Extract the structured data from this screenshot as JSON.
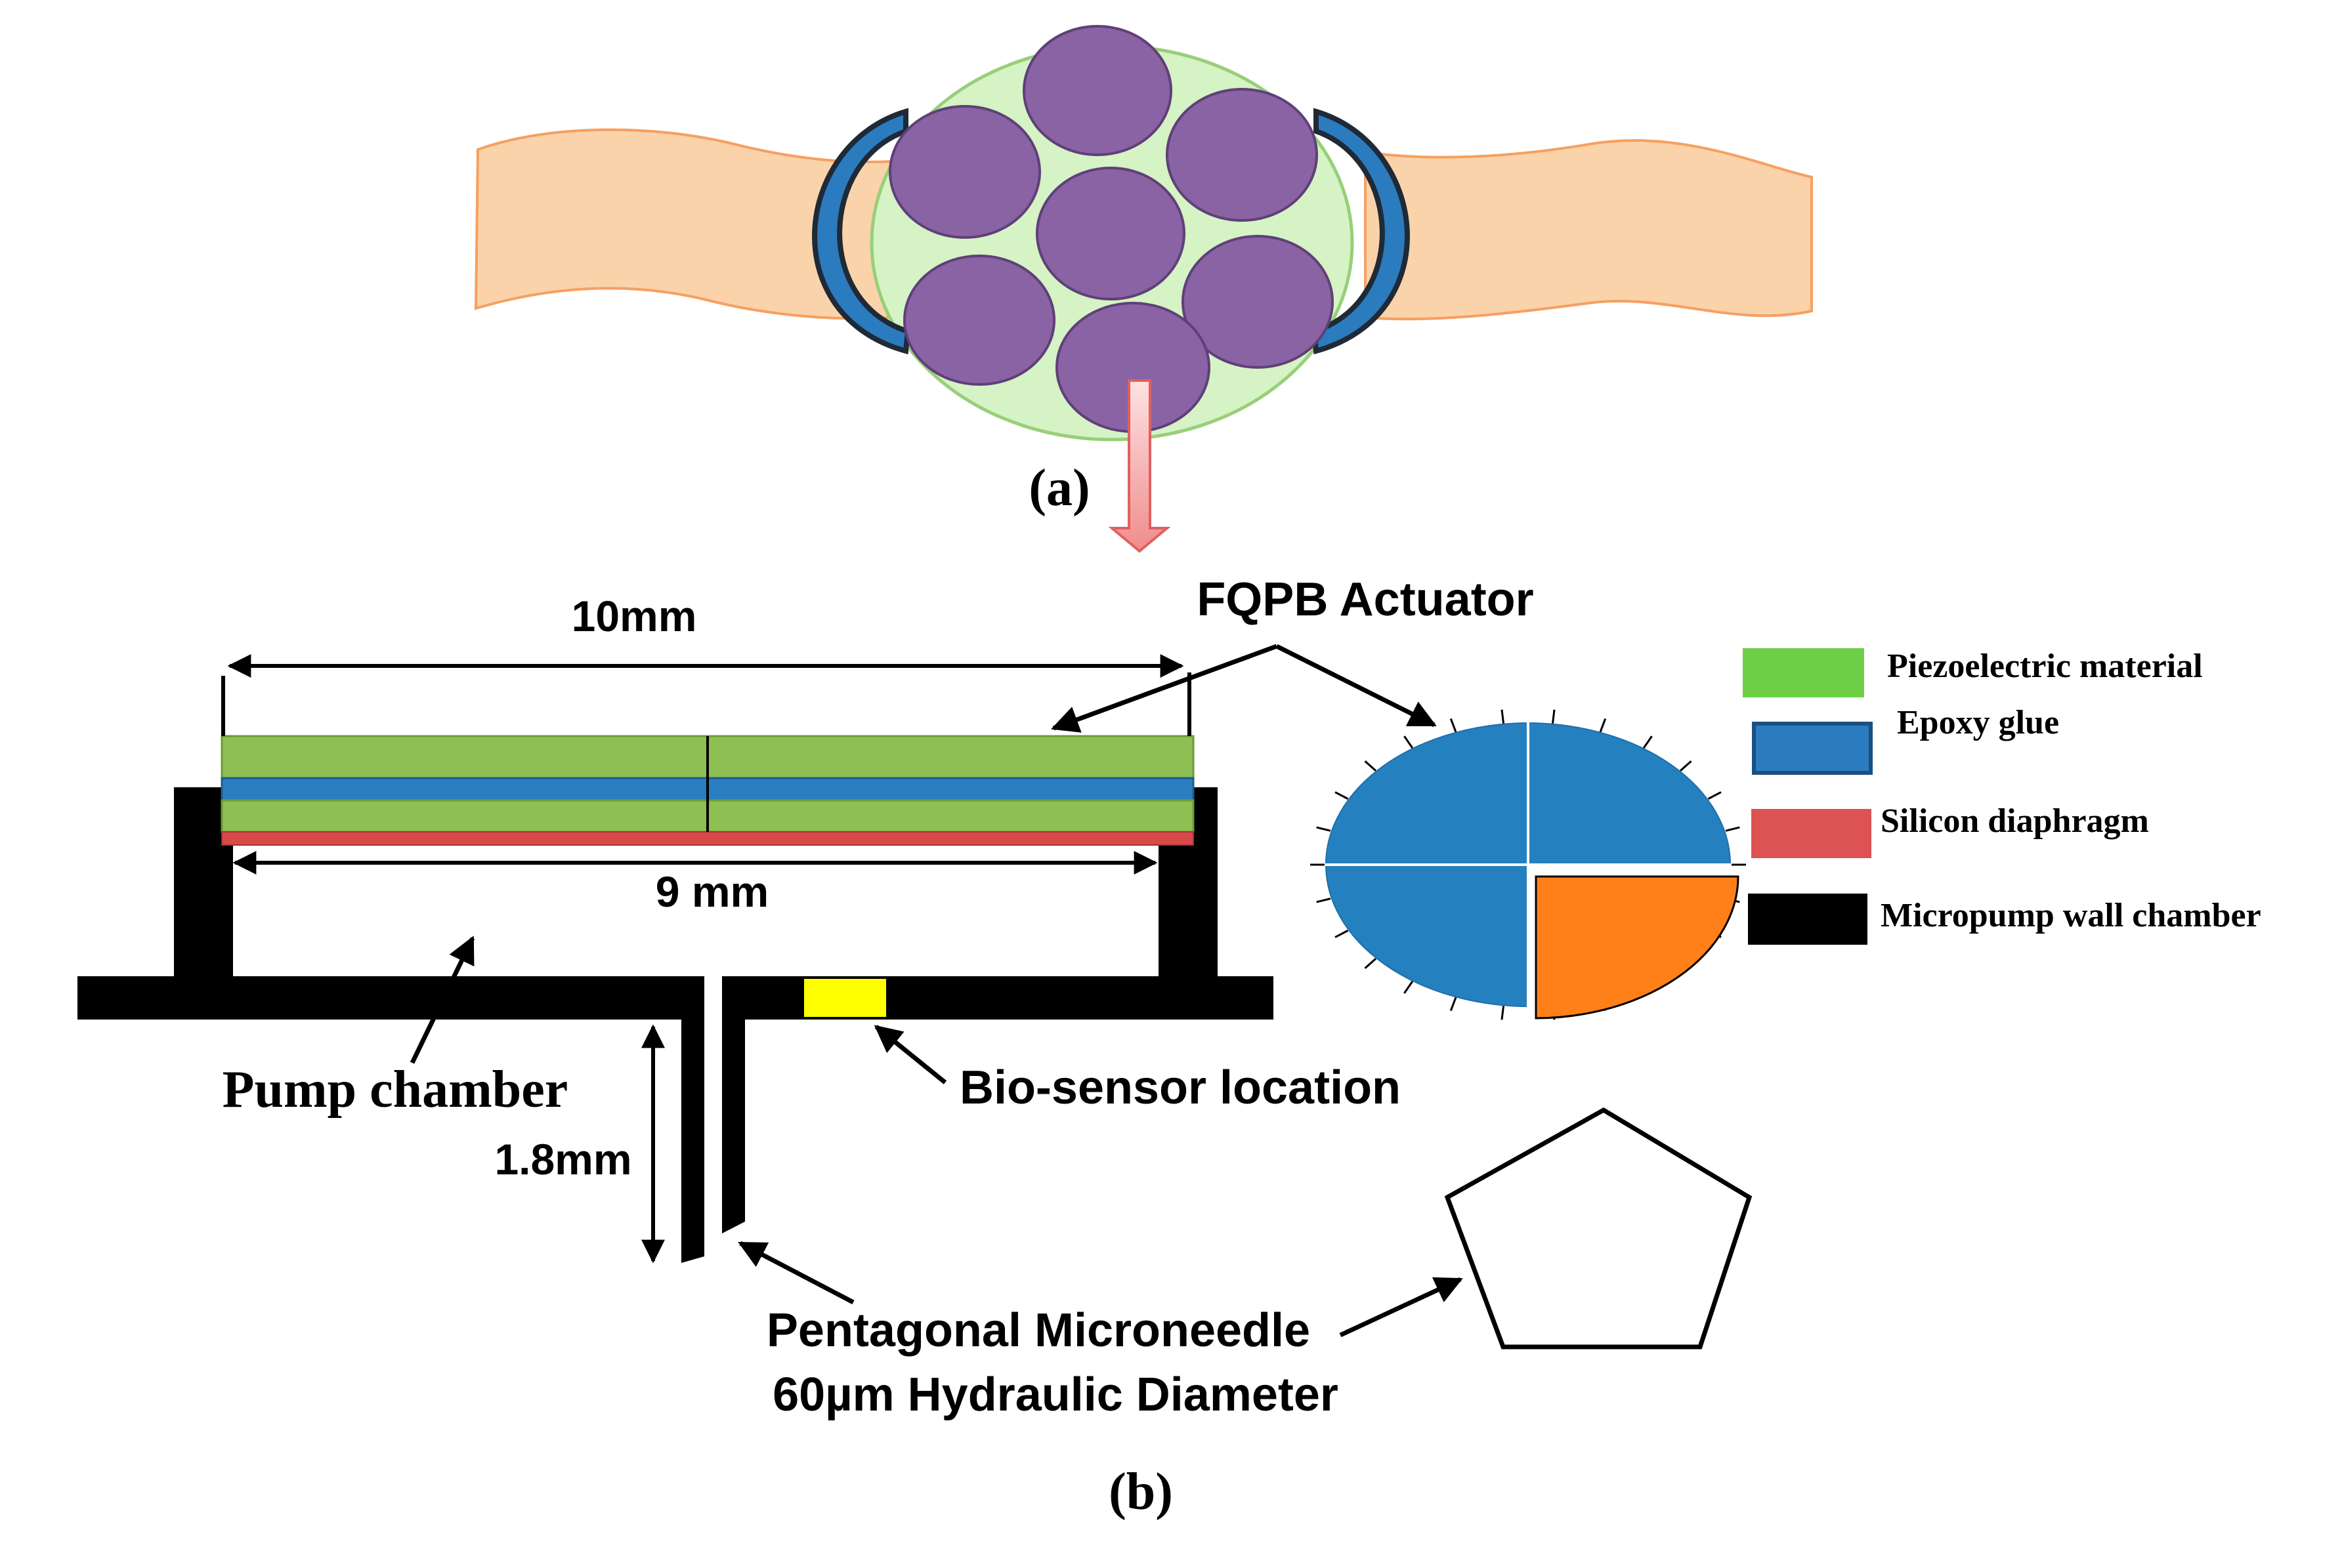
{
  "panel_a": {
    "label": "(a)"
  },
  "panel_b": {
    "label": "(b)",
    "dimensions": {
      "actuator_width": "10mm",
      "chamber_width": "9 mm",
      "needle_length": "1.8mm"
    },
    "annotations": {
      "actuator": "FQPB Actuator",
      "pump_chamber": "Pump chamber",
      "biosensor": "Bio-sensor location",
      "needle_line1": "Pentagonal Microneedle",
      "needle_line2": "60µm Hydraulic Diameter"
    }
  },
  "legend": {
    "items": [
      {
        "label": "Piezoelectric material",
        "color": "#6dcf45"
      },
      {
        "label": "Epoxy glue",
        "color": "#2b7bbf"
      },
      {
        "label": "Silicon diaphragm",
        "color": "#dd5252"
      },
      {
        "label": "Micropump wall chamber",
        "color": "#000000"
      }
    ]
  },
  "colors": {
    "tissue": "#fbd3aa",
    "tissue_edge": "#f5a060",
    "bundle_fill": "#d5f3c4",
    "bundle_edge": "#98cf7a",
    "fiber": "#8a63a5",
    "fiber_edge": "#5f4078",
    "cuff": "#2b7bbf",
    "cuff_shadow": "#1f2a36",
    "piezo_layer": "#8dbf52",
    "epoxy_layer": "#2a7dbf",
    "silicon_layer": "#d84a4a",
    "wall": "#000000",
    "biosensor": "#ffff00",
    "disk_blue": "#2580c0",
    "disk_orange": "#ff8018",
    "arrow_down": "#f4a5a5"
  }
}
